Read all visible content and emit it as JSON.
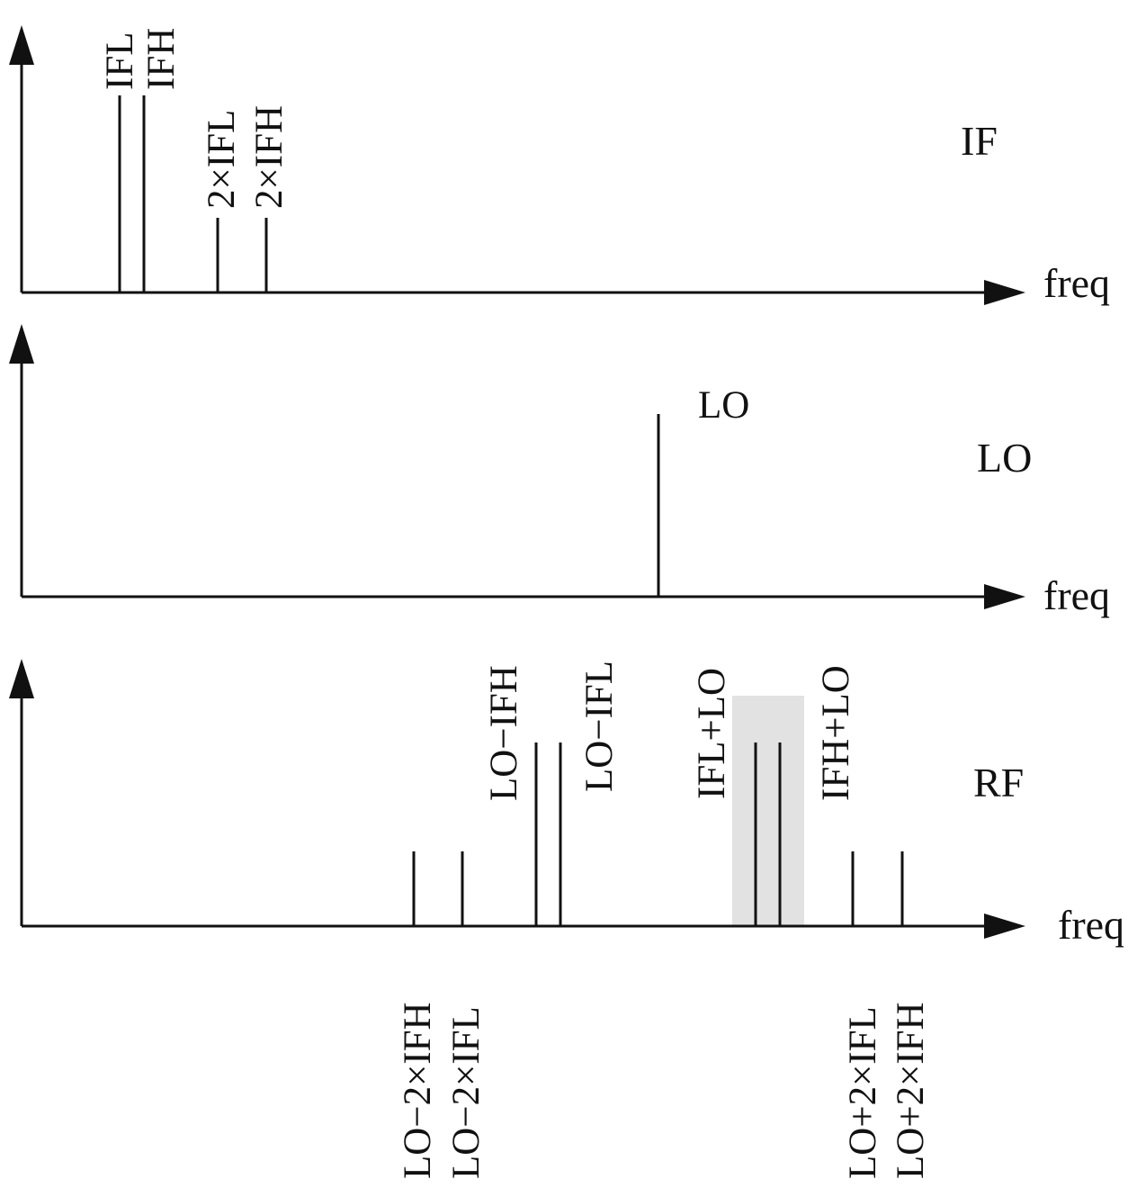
{
  "panels": {
    "if": {
      "title": "IF",
      "axis_label": "freq",
      "lines": [
        {
          "label": "IFL",
          "level": "high"
        },
        {
          "label": "IFH",
          "level": "high"
        },
        {
          "label": "2×IFL",
          "level": "low"
        },
        {
          "label": "2×IFH",
          "level": "low"
        }
      ]
    },
    "lo": {
      "title": "LO",
      "axis_label": "freq",
      "lines": [
        {
          "label": "LO",
          "level": "high"
        }
      ]
    },
    "rf": {
      "title": "RF",
      "axis_label": "freq",
      "lines": [
        {
          "label": "LO−2×IFH",
          "level": "low"
        },
        {
          "label": "LO−2×IFL",
          "level": "low"
        },
        {
          "label": "LO−IFH",
          "level": "high"
        },
        {
          "label": "LO−IFL",
          "level": "high"
        },
        {
          "label": "IFL+LO",
          "level": "high"
        },
        {
          "label": "IFH+LO",
          "level": "high"
        },
        {
          "label": "LO+2×IFL",
          "level": "low"
        },
        {
          "label": "LO+2×IFH",
          "level": "low"
        }
      ],
      "highlight_color": "#e2e2e2"
    }
  }
}
